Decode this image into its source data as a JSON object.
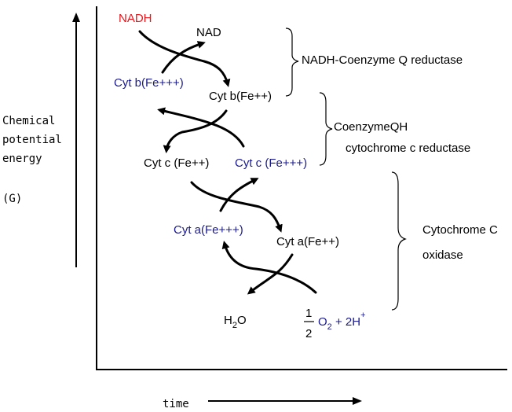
{
  "axes": {
    "y_label_lines": [
      "Chemical",
      "potential",
      "energy"
    ],
    "y_unit": "(G)",
    "x_label": "time"
  },
  "compounds": {
    "nadh": "NADH",
    "nad": "NAD",
    "cyt_b_ox": "Cyt b(Fe+++)",
    "cyt_b_red": "Cyt b(Fe++)",
    "cyt_c_red": "Cyt c (Fe++)",
    "cyt_c_ox": "Cyt c (Fe+++)",
    "cyt_a_ox": "Cyt a(Fe+++)",
    "cyt_a_red": "Cyt a(Fe++)",
    "water_h": "H",
    "water_sub": "2",
    "water_o": "O",
    "oxygen_num": "1",
    "oxygen_den": "2",
    "oxygen_o": "O",
    "oxygen_sub": "2",
    "oxygen_tail": " + 2H",
    "oxygen_sup": "+"
  },
  "complexes": {
    "complex1": "NADH-Coenzyme Q reductase",
    "complex3_line1": "CoenzymeQH",
    "complex3_line2": "cytochrome c reductase",
    "complex4_line1": "Cytochrome C",
    "complex4_line2": "oxidase"
  },
  "colors": {
    "nadh": "#e8151b",
    "cytochrome_oxidized": "#1a1a8c",
    "default": "#000000"
  }
}
